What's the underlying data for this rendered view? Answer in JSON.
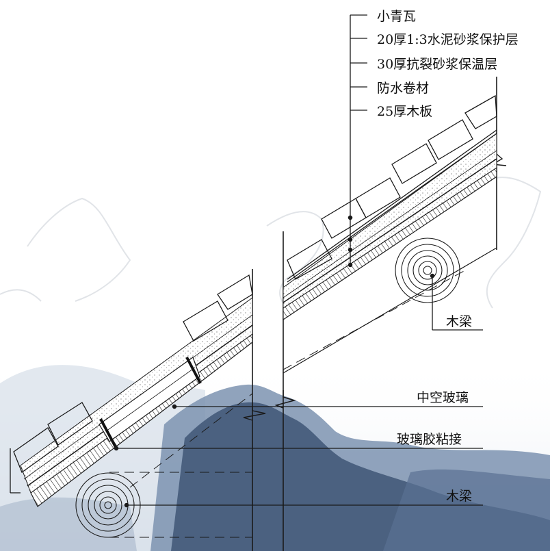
{
  "callouts_top": [
    "小青瓦",
    "20厚1:3水泥砂浆保护层",
    "30厚抗裂砂浆保温层",
    "防水卷材",
    "25厚木板"
  ],
  "labels": {
    "beam_upper": "木梁",
    "hollow_glass": "中空玻璃",
    "glass_glue": "玻璃胶粘接",
    "beam_lower": "木梁"
  },
  "colors": {
    "line": "#1a1a1a",
    "mountain_dark": "#3f5676",
    "mountain_mid": "#7d93b0",
    "mountain_light": "#c9d5e3"
  }
}
